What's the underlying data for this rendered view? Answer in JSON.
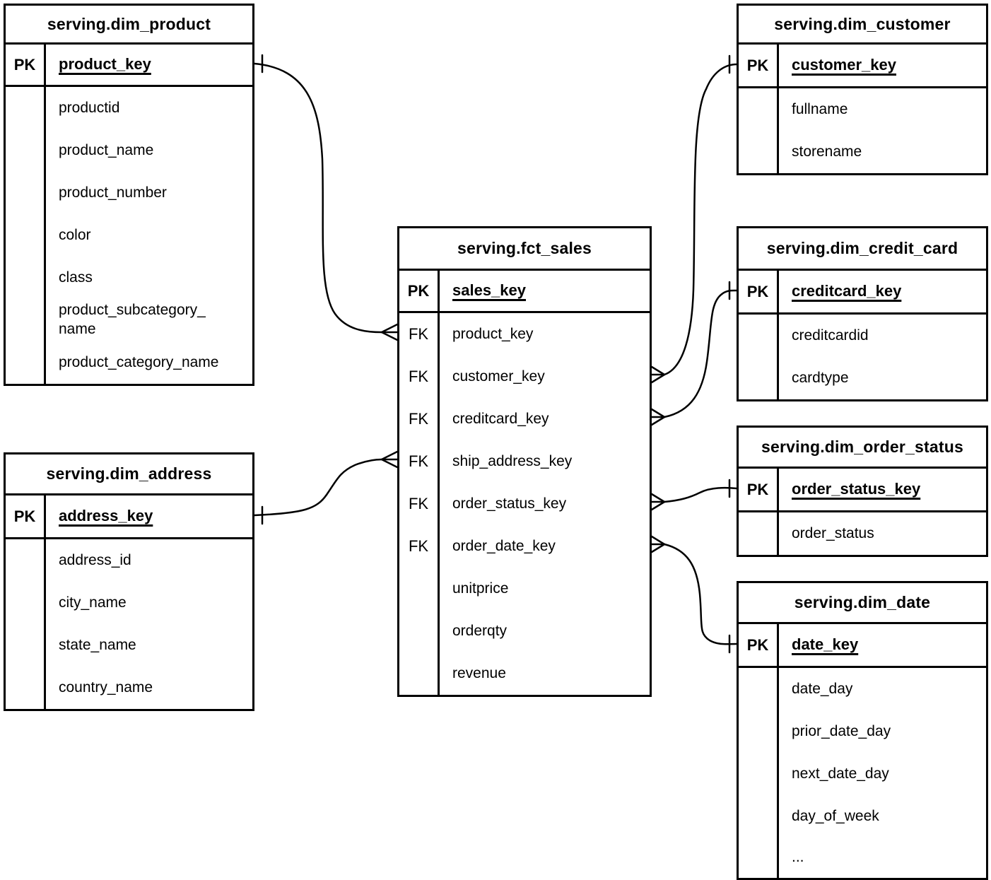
{
  "colors": {
    "line": "#000000",
    "background": "#ffffff",
    "text": "#000000"
  },
  "tables": {
    "dim_product": {
      "title": "serving.dim_product",
      "pk": {
        "key": "PK",
        "label": "product_key"
      },
      "fields": [
        {
          "key": "",
          "label": "productid"
        },
        {
          "key": "",
          "label": "product_name"
        },
        {
          "key": "",
          "label": "product_number"
        },
        {
          "key": "",
          "label": "color"
        },
        {
          "key": "",
          "label": "class"
        },
        {
          "key": "",
          "label": "product_subcategory_\nname"
        },
        {
          "key": "",
          "label": "product_category_name"
        }
      ]
    },
    "dim_customer": {
      "title": "serving.dim_customer",
      "pk": {
        "key": "PK",
        "label": "customer_key"
      },
      "fields": [
        {
          "key": "",
          "label": "fullname"
        },
        {
          "key": "",
          "label": "storename"
        }
      ]
    },
    "fct_sales": {
      "title": "serving.fct_sales",
      "pk": {
        "key": "PK",
        "label": "sales_key"
      },
      "fields": [
        {
          "key": "FK",
          "label": "product_key"
        },
        {
          "key": "FK",
          "label": "customer_key"
        },
        {
          "key": "FK",
          "label": "creditcard_key"
        },
        {
          "key": "FK",
          "label": "ship_address_key"
        },
        {
          "key": "FK",
          "label": "order_status_key"
        },
        {
          "key": "FK",
          "label": "order_date_key"
        },
        {
          "key": "",
          "label": "unitprice"
        },
        {
          "key": "",
          "label": "orderqty"
        },
        {
          "key": "",
          "label": "revenue"
        }
      ]
    },
    "dim_credit_card": {
      "title": "serving.dim_credit_card",
      "pk": {
        "key": "PK",
        "label": "creditcard_key"
      },
      "fields": [
        {
          "key": "",
          "label": "creditcardid"
        },
        {
          "key": "",
          "label": "cardtype"
        }
      ]
    },
    "dim_order_status": {
      "title": "serving.dim_order_status",
      "pk": {
        "key": "PK",
        "label": "order_status_key"
      },
      "fields": [
        {
          "key": "",
          "label": "order_status"
        }
      ]
    },
    "dim_date": {
      "title": "serving.dim_date",
      "pk": {
        "key": "PK",
        "label": "date_key"
      },
      "fields": [
        {
          "key": "",
          "label": "date_day"
        },
        {
          "key": "",
          "label": "prior_date_day"
        },
        {
          "key": "",
          "label": "next_date_day"
        },
        {
          "key": "",
          "label": "day_of_week"
        },
        {
          "key": "",
          "label": "..."
        }
      ]
    },
    "dim_address": {
      "title": "serving.dim_address",
      "pk": {
        "key": "PK",
        "label": "address_key"
      },
      "fields": [
        {
          "key": "",
          "label": "address_id"
        },
        {
          "key": "",
          "label": "city_name"
        },
        {
          "key": "",
          "label": "state_name"
        },
        {
          "key": "",
          "label": "country_name"
        }
      ]
    }
  },
  "relationships": [
    {
      "fact_field": "product_key",
      "dim_table": "serving.dim_product",
      "fact_end": "many",
      "dim_end": "one"
    },
    {
      "fact_field": "customer_key",
      "dim_table": "serving.dim_customer",
      "fact_end": "many",
      "dim_end": "one"
    },
    {
      "fact_field": "creditcard_key",
      "dim_table": "serving.dim_credit_card",
      "fact_end": "many",
      "dim_end": "one"
    },
    {
      "fact_field": "ship_address_key",
      "dim_table": "serving.dim_address",
      "fact_end": "many",
      "dim_end": "one"
    },
    {
      "fact_field": "order_status_key",
      "dim_table": "serving.dim_order_status",
      "fact_end": "many",
      "dim_end": "one"
    },
    {
      "fact_field": "order_date_key",
      "dim_table": "serving.dim_date",
      "fact_end": "many",
      "dim_end": "one"
    }
  ]
}
